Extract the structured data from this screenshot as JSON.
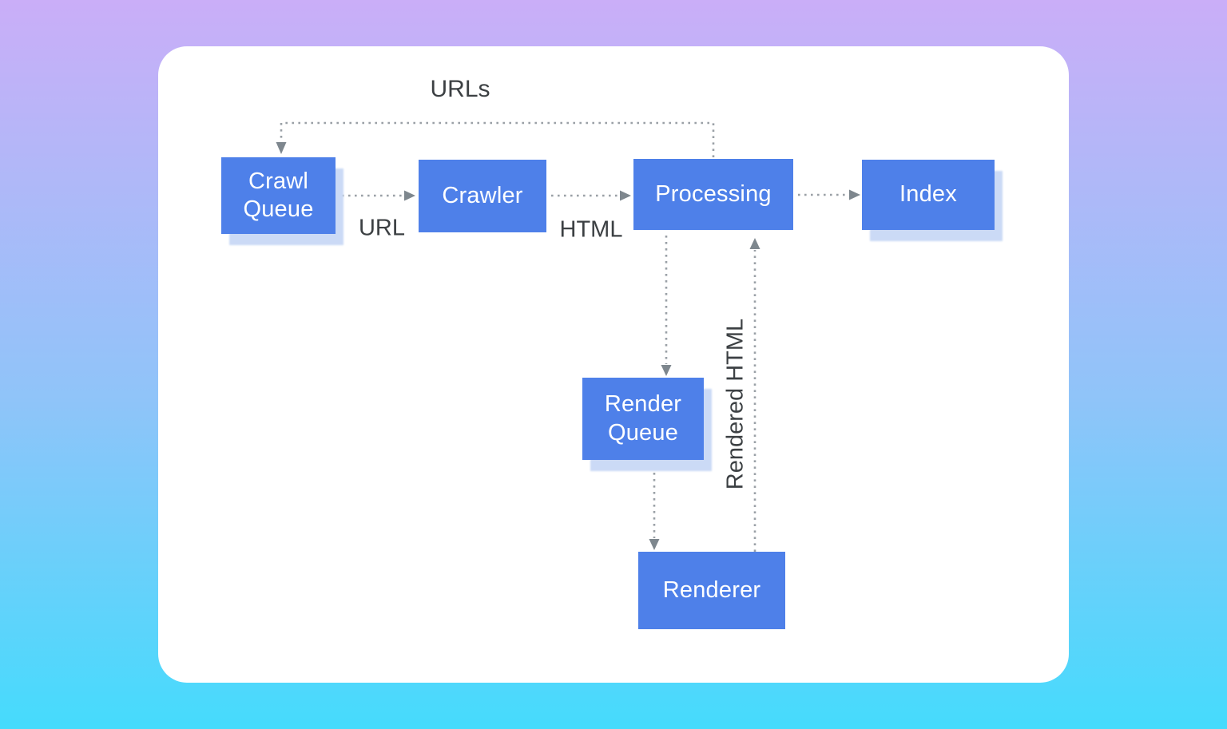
{
  "diagram": {
    "nodes": [
      {
        "id": "crawl-queue",
        "label": "Crawl Queue"
      },
      {
        "id": "crawler",
        "label": "Crawler"
      },
      {
        "id": "processing",
        "label": "Processing"
      },
      {
        "id": "index",
        "label": "Index"
      },
      {
        "id": "render-queue",
        "label": "Render Queue"
      },
      {
        "id": "renderer",
        "label": "Renderer"
      }
    ],
    "edge_labels": {
      "urls": "URLs",
      "url": "URL",
      "html": "HTML",
      "rendered_html": "Rendered HTML"
    },
    "edges": [
      {
        "from": "processing",
        "to": "crawl-queue",
        "label": "URLs"
      },
      {
        "from": "crawl-queue",
        "to": "crawler",
        "label": "URL"
      },
      {
        "from": "crawler",
        "to": "processing",
        "label": "HTML"
      },
      {
        "from": "processing",
        "to": "index",
        "label": ""
      },
      {
        "from": "processing",
        "to": "render-queue",
        "label": ""
      },
      {
        "from": "render-queue",
        "to": "renderer",
        "label": ""
      },
      {
        "from": "renderer",
        "to": "processing",
        "label": "Rendered HTML"
      }
    ],
    "colors": {
      "node_fill": "#4e80e9",
      "node_shadow": "#cbdaf6",
      "node_text": "#ffffff",
      "connector": "#9aa0a6",
      "arrowhead": "#7e878e",
      "label_text": "#3c4043",
      "card_background": "#ffffff",
      "background_top": "#caaef8",
      "background_bottom": "#45dbfc"
    }
  }
}
